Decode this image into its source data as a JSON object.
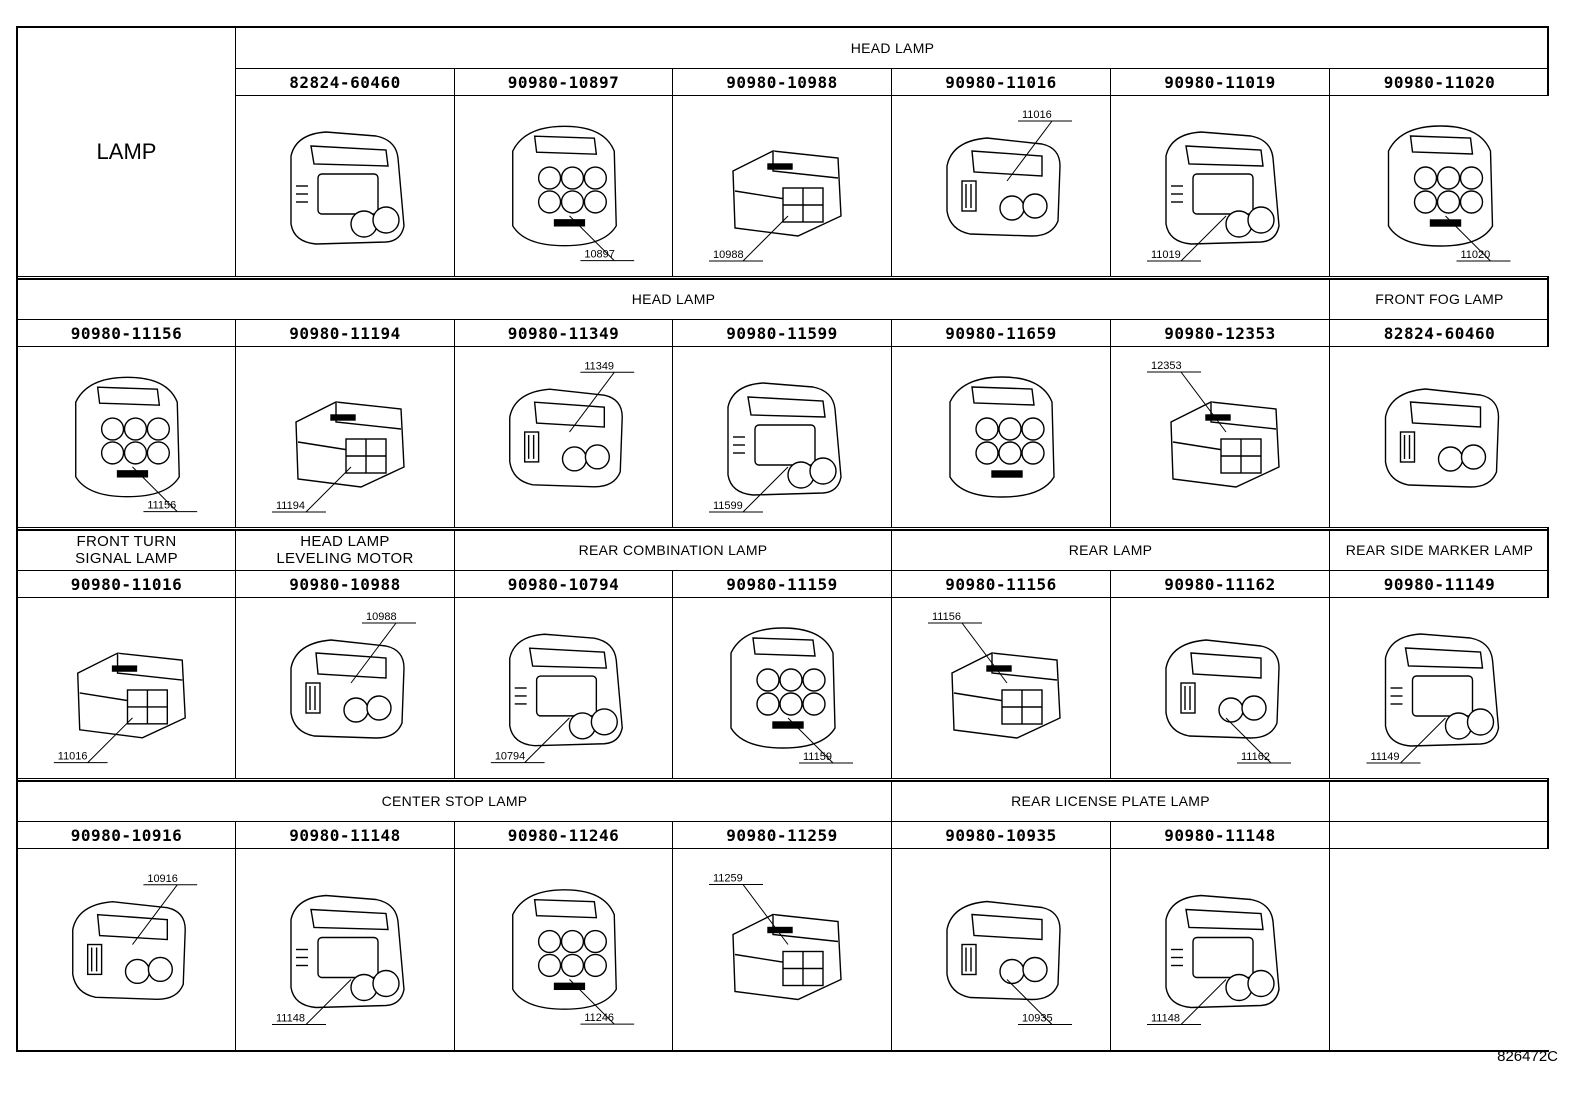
{
  "lamp_title": "LAMP",
  "reference": "826472C",
  "row1": {
    "header": "HEAD LAMP",
    "parts": [
      "82824-60460",
      "90980-10897",
      "90980-10988",
      "90980-11016",
      "90980-11019",
      "90980-11020"
    ],
    "callouts": [
      "",
      "10897",
      "10988",
      "11016",
      "11019",
      "11020"
    ]
  },
  "row2": {
    "headers": [
      "HEAD LAMP",
      "FRONT FOG LAMP"
    ],
    "parts": [
      "90980-11156",
      "90980-11194",
      "90980-11349",
      "90980-11599",
      "90980-11659",
      "90980-12353",
      "82824-60460"
    ],
    "callouts": [
      "11156",
      "11194",
      "11349",
      "11599",
      "",
      "12353",
      ""
    ]
  },
  "row3": {
    "headers": [
      "FRONT TURN\nSIGNAL LAMP",
      "HEAD LAMP\nLEVELING MOTOR",
      "REAR COMBINATION LAMP",
      "REAR LAMP",
      "REAR SIDE MARKER LAMP"
    ],
    "parts": [
      "90980-11016",
      "90980-10988",
      "90980-10794",
      "90980-11159",
      "90980-11156",
      "90980-11162",
      "90980-11149"
    ],
    "callouts": [
      "11016",
      "10988",
      "10794",
      "11159",
      "11156",
      "11162",
      "11149"
    ]
  },
  "row4": {
    "headers": [
      "CENTER STOP LAMP",
      "REAR LICENSE PLATE LAMP",
      ""
    ],
    "parts": [
      "90980-10916",
      "90980-11148",
      "90980-11246",
      "90980-11259",
      "90980-10935",
      "90980-11148",
      ""
    ],
    "callouts": [
      "10916",
      "11148",
      "11246",
      "11259",
      "10935",
      "11148"
    ]
  }
}
